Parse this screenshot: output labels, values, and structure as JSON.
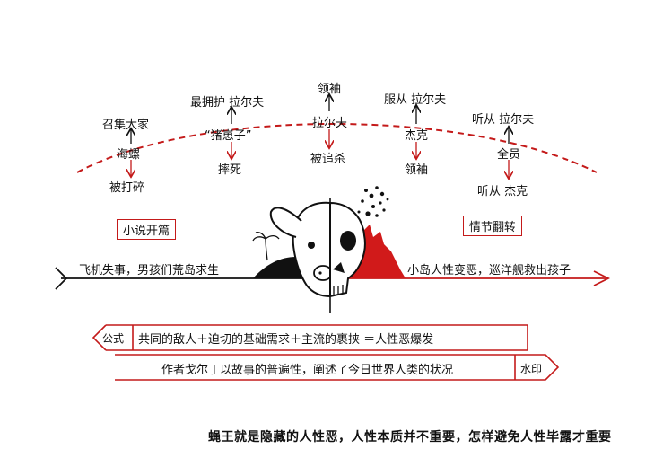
{
  "colors": {
    "accent": "#c41a1a",
    "ink": "#111111",
    "background": "#ffffff"
  },
  "top_nodes": {
    "n1": {
      "top": "召集大家",
      "middle": "海螺",
      "bottom": "被打碎"
    },
    "n2": {
      "top": "最拥护 拉尔夫",
      "middle": "“猪崽子”",
      "bottom": "摔死"
    },
    "n3": {
      "top": "领袖",
      "middle": "拉尔夫",
      "bottom": "被追杀"
    },
    "n4": {
      "top": "服从 拉尔夫",
      "middle": "杰克",
      "bottom": "领袖"
    },
    "n5": {
      "top": "听从 拉尔夫",
      "middle": "全员",
      "bottom": "听从 杰克"
    }
  },
  "boxes": {
    "start": "小说开篇",
    "turn": "情节翻转"
  },
  "timeline": {
    "left_text": "飞机失事，男孩们荒岛求生",
    "right_text": "小岛人性变恶，巡洋舰救出孩子"
  },
  "banners": {
    "formula_tag": "公式",
    "formula_text": "共同的敌人＋迫切的基础需求＋主流的裹挟 ＝人性恶爆发",
    "author_text": "作者戈尔丁以故事的普遍性，阐述了今日世界人类的状况",
    "watermark_tag": "水印"
  },
  "bottom_line": "蝇王就是隐藏的人性恶，人性本质并不重要，怎样避免人性毕露才重要"
}
